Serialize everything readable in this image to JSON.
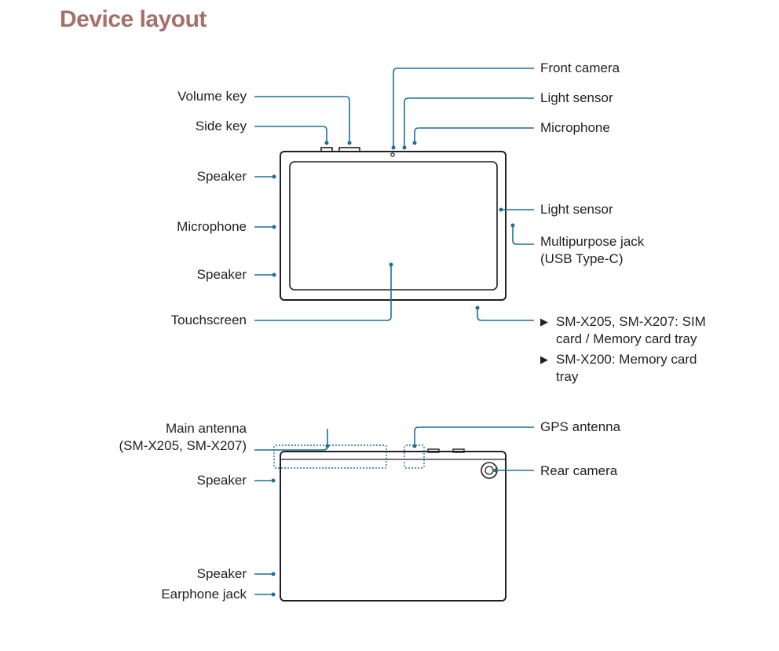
{
  "title": "Device layout",
  "front_labels": {
    "left": {
      "volume_key": "Volume key",
      "side_key": "Side key",
      "speaker_top": "Speaker",
      "microphone": "Microphone",
      "speaker_bottom": "Speaker",
      "touchscreen": "Touchscreen"
    },
    "right": {
      "front_camera": "Front camera",
      "light_sensor_top": "Light sensor",
      "microphone": "Microphone",
      "light_sensor_side": "Light sensor",
      "multipurpose_jack_line1": "Multipurpose jack",
      "multipurpose_jack_line2": "(USB Type-C)"
    },
    "tray_notes": [
      {
        "arrow": "▶",
        "text": "SM-X205, SM-X207: SIM card / Memory card tray"
      },
      {
        "arrow": "▶",
        "text": "SM-X200: Memory card tray"
      }
    ]
  },
  "back_labels": {
    "left": {
      "main_antenna_line1": "Main antenna",
      "main_antenna_line2": "(SM-X205, SM-X207)",
      "speaker_top": "Speaker",
      "speaker_bottom": "Speaker",
      "earphone_jack": "Earphone jack"
    },
    "right": {
      "gps_antenna": "GPS antenna",
      "rear_camera": "Rear camera"
    }
  },
  "colors": {
    "title": "#a5706a",
    "leader_line": "#1d6f9a",
    "device_outline": "#231f20"
  }
}
